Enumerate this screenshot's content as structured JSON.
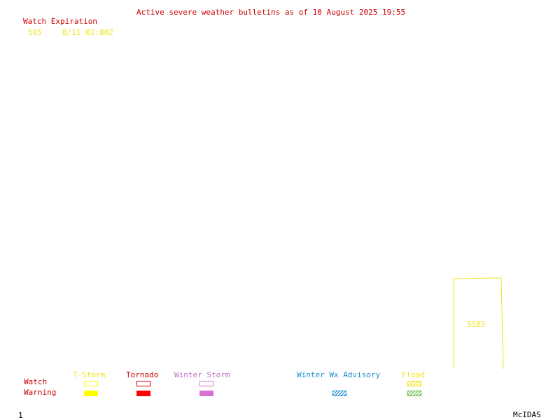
{
  "header": {
    "title": "Active severe weather bulletins as of 10 August 2025 19:55",
    "watch_expiration_label": "Watch Expiration",
    "watch_number": "585",
    "watch_expiration_time": "8/11 02:00Z"
  },
  "map": {
    "watch_box_label": "S585"
  },
  "legend": {
    "columns": {
      "tstorm": "T-Storm",
      "tornado": "Tornado",
      "winter_storm": "Winter Storm",
      "winter_wx_advisory": "Winter Wx Advisory",
      "flood": "Flood"
    },
    "rows": {
      "watch": "Watch",
      "warning": "Warning"
    }
  },
  "footer": {
    "frame_number": "1",
    "brand": "McIDAS"
  },
  "colors": {
    "tstorm": "#ffff00",
    "tornado": "#ff0000",
    "winter_storm": "#da70d6",
    "winter_wx_advisory": "#1a8fd0",
    "flood_watch": "#f2e21b",
    "flood_warning": "#5fbf3a",
    "title": "#cc0000"
  }
}
